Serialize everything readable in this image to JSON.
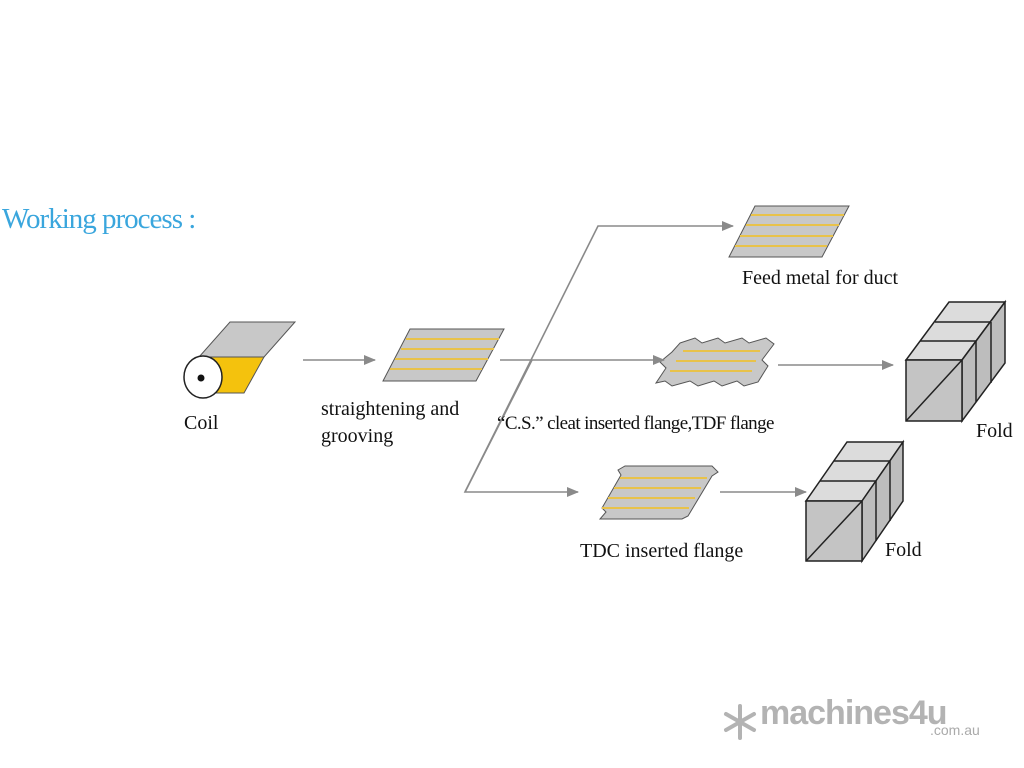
{
  "title": "Working process :",
  "steps": {
    "coil": "Coil",
    "straightening_1": "straightening and",
    "straightening_2": "grooving",
    "feed_metal": "Feed metal for duct",
    "cs_flange": "“C.S.” cleat inserted flange,TDF flange",
    "tdc_flange": "TDC inserted flange",
    "fold_upper": "Fold",
    "fold_lower": "Fold"
  },
  "logo": {
    "name": "machines4u",
    "domain": ".com.au"
  },
  "colors": {
    "title": "#3aa6dd",
    "sheet": "#c8c8c8",
    "groove": "#e8c24a",
    "arrow": "#8a8a8a",
    "coil_yellow": "#f4c20d"
  }
}
